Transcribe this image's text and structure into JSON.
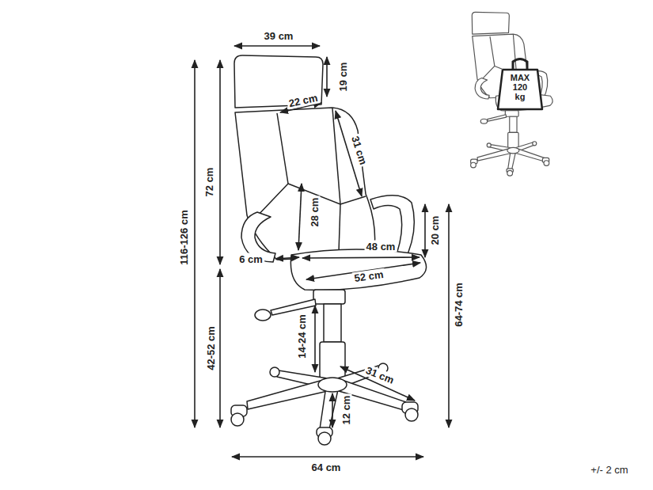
{
  "diagram": {
    "nodes": [
      {
        "text": [
          "MAX 120 kg"
        ]
      }
    ],
    "labels": [
      "39 cm",
      "19 cm",
      "22 cm",
      "31 cm",
      "72 cm",
      "116-126 cm",
      "28 cm",
      "20 cm",
      "48 cm",
      "6 cm",
      "52 cm",
      "64-74 cm",
      "42-52 cm",
      "14-24 cm",
      "31 cm",
      "12 cm",
      "64 cm",
      "+/- 2 cm"
    ]
  }
}
